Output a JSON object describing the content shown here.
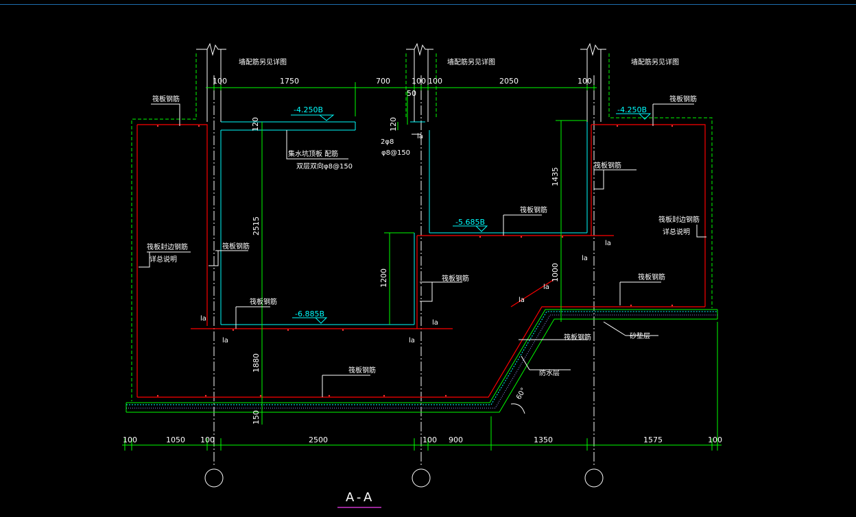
{
  "colors": {
    "background": "#000000",
    "dimension": "#00ff00",
    "rebar": "#ff0000",
    "concrete": "#00ffff",
    "axis": "#ffffff",
    "title_underline": "#cc33cc"
  },
  "section_title": "A-A",
  "top_dims": [
    "100",
    "1750",
    "700",
    "100",
    "100",
    "2050",
    "100"
  ],
  "small_dims": {
    "d50": "50",
    "d120a": "120",
    "d120b": "120"
  },
  "vertical_dims": {
    "v2515": "2515",
    "v1200": "1200",
    "v1880": "1880",
    "v150": "150",
    "v1435": "1435",
    "v1000": "1000"
  },
  "bottom_dims": [
    "100",
    "1050",
    "100",
    "2500",
    "100",
    "900",
    "1350",
    "1575",
    "100"
  ],
  "elevations": {
    "e1": "-4.250B",
    "e2": "-4.250B",
    "e3": "-5.685B",
    "e4": "-6.885B"
  },
  "notes": {
    "wall_rebar_1": "墙配筋另见详图",
    "wall_rebar_2": "墙配筋另见详图",
    "wall_rebar_3": "墙配筋另见详图",
    "slab_rebar": "筏板钢筋",
    "edge_rebar": "筏板封边钢筋",
    "see_note": "详总说明",
    "pit_slab": "集水坑顶板 配筋",
    "pit_slab_detail": "双层双向φ8@150",
    "bar_a": "2φ8",
    "bar_b": "φ8@150",
    "sand_cushion": "砂垫层",
    "waterproof": "防水层",
    "angle": "60°",
    "la": "la"
  }
}
